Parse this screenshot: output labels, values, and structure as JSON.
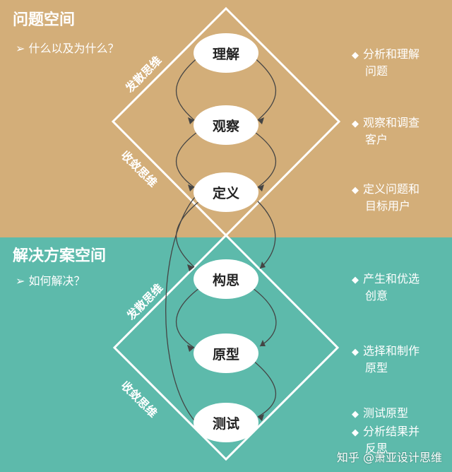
{
  "problem_space": {
    "title": "问题空间",
    "question": "什么以及为什么？",
    "diverge_label": "发散思维",
    "converge_label": "收敛思维",
    "notes": [
      {
        "line1": "分析和理解",
        "line2": "问题"
      },
      {
        "line1": "观察和调查",
        "line2": "客户"
      },
      {
        "line1": "定义问题和",
        "line2": "目标用户"
      }
    ]
  },
  "solution_space": {
    "title": "解决方案空间",
    "question": "如何解决？",
    "diverge_label": "发散思维",
    "converge_label": "收敛思维",
    "notes": [
      {
        "line1": "产生和优选",
        "line2": "创意"
      },
      {
        "line1": "选择和制作",
        "line2": "原型"
      },
      {
        "line1": "测试原型",
        "line2": ""
      },
      {
        "line1": "分析结果并",
        "line2": "反思"
      }
    ]
  },
  "nodes": [
    "理解",
    "观察",
    "定义",
    "构思",
    "原型",
    "测试"
  ],
  "watermark": "知乎 @萧亚设计思维",
  "colors": {
    "problem_band": "#D3AE79",
    "solution_band": "#5DBAAB",
    "outline": "#FFFFFF",
    "node_fill": "#FFFFFF",
    "connector": "#444444"
  }
}
